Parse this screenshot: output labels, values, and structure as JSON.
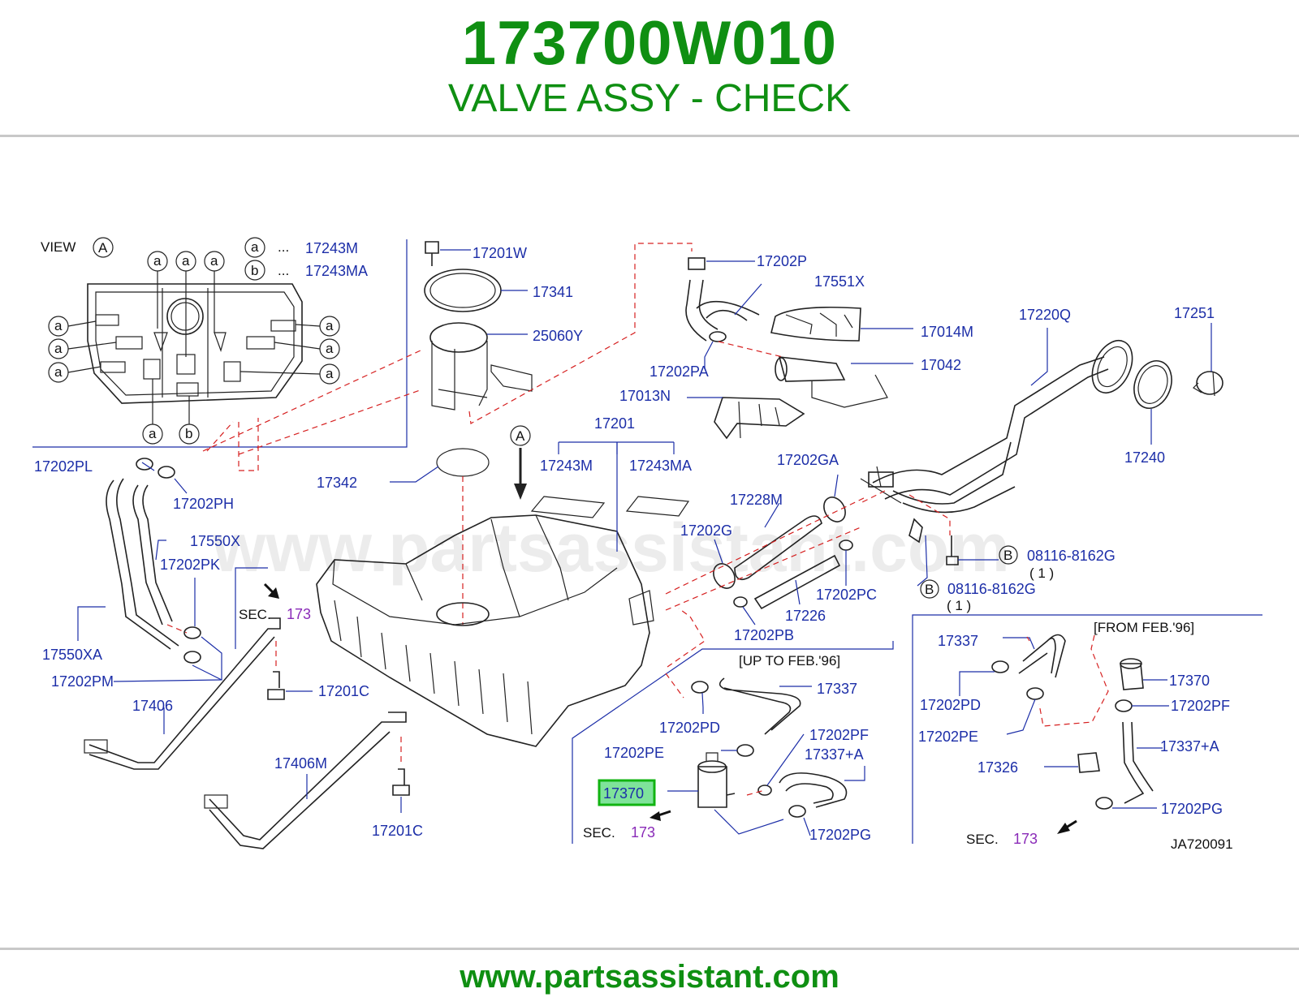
{
  "header": {
    "part_number": "173700W010",
    "part_name": "VALVE ASSY - CHECK"
  },
  "footer": {
    "url": "www.partsassistant.com"
  },
  "watermark": "www.partsassistant.com",
  "colors": {
    "brand_green": "#0f8f12",
    "label_blue": "#1c2ea8",
    "section_purple": "#8a2bb8",
    "leader_red": "#d62020",
    "highlight_fill": "#7fe39a",
    "highlight_border": "#11b311"
  },
  "diagram": {
    "drawing_code": "JA720091",
    "view": {
      "label": "VIEW",
      "ref": "A",
      "key_a_letter": "a",
      "key_a_dots": "...",
      "key_a_part": "17243M",
      "key_b_letter": "b",
      "key_b_dots": "...",
      "key_b_part": "17243MA"
    },
    "view_arrow_ref": "A",
    "bolt_ref": "B",
    "qty_note": "( 1 )",
    "sec_prefix": "SEC.",
    "sec_number": "173",
    "notes": {
      "up_to": "[UP   TO   FEB.'96]",
      "from": "[FROM   FEB.'96]"
    },
    "highlighted_part": "17370",
    "labels": {
      "p17201W": "17201W",
      "p17341": "17341",
      "p25060Y": "25060Y",
      "p17202P": "17202P",
      "p17551X": "17551X",
      "p17014M": "17014M",
      "p17042": "17042",
      "p17202PA": "17202PA",
      "p17013N": "17013N",
      "p17220Q": "17220Q",
      "p17251": "17251",
      "p17240": "17240",
      "p17201": "17201",
      "p17243M": "17243M",
      "p17243MA": "17243MA",
      "p17342": "17342",
      "p17202PL": "17202PL",
      "p17202PH": "17202PH",
      "p17550X": "17550X",
      "p17202PK": "17202PK",
      "p17550XA": "17550XA",
      "p17202PM": "17202PM",
      "p17406": "17406",
      "p17201C_1": "17201C",
      "p17406M": "17406M",
      "p17201C_2": "17201C",
      "p17202GA": "17202GA",
      "p17228M": "17228M",
      "p17202G": "17202G",
      "p08116_1": "08116-8162G",
      "p08116_2": "08116-8162G",
      "p17202PC": "17202PC",
      "p17226": "17226",
      "p17202PB": "17202PB",
      "p17337_up": "17337",
      "p17202PD_up": "17202PD",
      "p17202PE_up": "17202PE",
      "p17202PF_up": "17202PF",
      "p17337A_up": "17337+A",
      "p17202PG_up": "17202PG",
      "p17337_from": "17337",
      "p17202PD_from": "17202PD",
      "p17202PE_from": "17202PE",
      "p17370_from": "17370",
      "p17202PF_from": "17202PF",
      "p17337A_from": "17337+A",
      "p17326": "17326",
      "p17202PG_from": "17202PG"
    }
  }
}
